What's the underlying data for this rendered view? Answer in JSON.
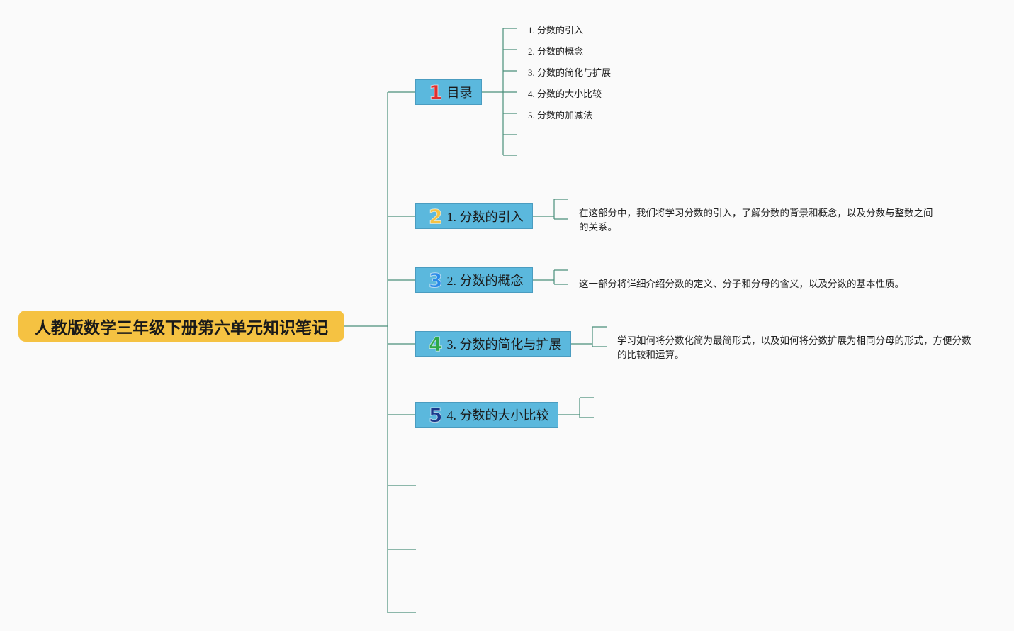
{
  "root": {
    "title": "人教版数学三年级下册第六单元知识笔记",
    "color": "#f5c242"
  },
  "branches": [
    {
      "num": "1",
      "label": "目录",
      "num_color": "#e03030"
    },
    {
      "num": "2",
      "label": "1. 分数的引入",
      "num_color": "#f5c242"
    },
    {
      "num": "3",
      "label": "2. 分数的概念",
      "num_color": "#2a8be8"
    },
    {
      "num": "4",
      "label": "3. 分数的简化与扩展",
      "num_color": "#2ea84a"
    },
    {
      "num": "5",
      "label": "4. 分数的大小比较",
      "num_color": "#1b3a8c"
    }
  ],
  "toc_items": [
    "1. 分数的引入",
    "2. 分数的概念",
    "3. 分数的简化与扩展",
    "4. 分数的大小比较",
    "5. 分数的加减法"
  ],
  "descriptions": {
    "intro": "在这部分中，我们将学习分数的引入，了解分数的背景和概念，以及分数与整数之间的关系。",
    "concept": "这一部分将详细介绍分数的定义、分子和分母的含义，以及分数的基本性质。",
    "simplify": "学习如何将分数化简为最简形式，以及如何将分数扩展为相同分母的形式，方便分数的比较和运算。"
  },
  "colors": {
    "line": "#4a8f7a",
    "branch_fill": "#5bb8dd"
  }
}
